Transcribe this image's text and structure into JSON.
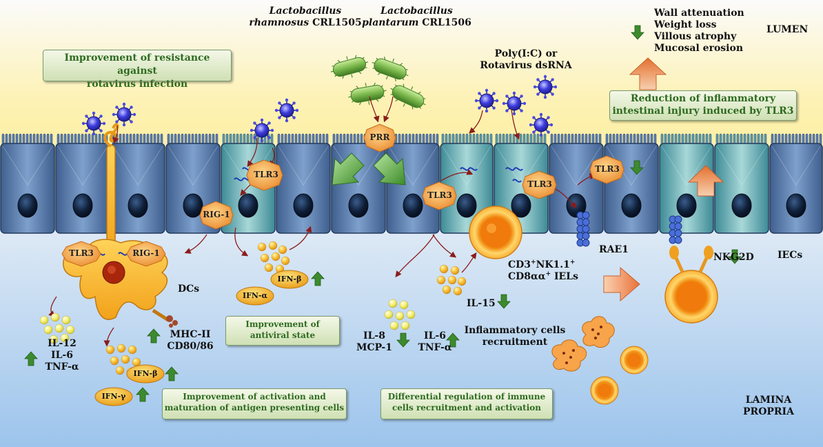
{
  "labels": {
    "lactobacillus_1": "Lactobacillus",
    "strain_1_species": "rhamnosus",
    "strain_1_code": "CRL1505",
    "lactobacillus_2": "Lactobacillus",
    "strain_2_species": "plantarum",
    "strain_2_code": "CRL1506",
    "polyic_line1": "Poly(I:C) or",
    "polyic_line2": "Rotavirus dsRNA",
    "lumen": "LUMEN",
    "lamina_line1": "LAMINA",
    "lamina_line2": "PROPRIA",
    "iecs": "IECs",
    "dcs": "DCs",
    "rae1": "RAE1",
    "nkg2d": "NKG2D",
    "iel_line1_a": "CD3",
    "iel_line1_sup_a": "+",
    "iel_line1_b": "NK1.1",
    "iel_line1_sup_b": "+",
    "iel_line2_a": "CD8αα",
    "iel_line2_sup": "+",
    "iel_line2_b": " IELs",
    "il15": "IL-15",
    "inflam_line1": "Inflammatory cells",
    "inflam_line2": "recruitment",
    "il8": "IL-8",
    "mcp1": "MCP-1",
    "il6_b": "IL-6",
    "tnfa_b": "TNF-α",
    "il12": "IL-12",
    "il6_a": "IL-6",
    "tnfa_a": "TNF-α",
    "mhc": "MHC-II",
    "cd80": "CD80/86"
  },
  "effects": [
    "Wall attenuation",
    "Weight loss",
    "Villous atrophy",
    "Mucosal erosion"
  ],
  "boxes": {
    "resistance_line1": "Improvement of resistance against",
    "resistance_line2": "rotavirus infection",
    "reduction_line1": "Reduction of inflammatory",
    "reduction_line2": "intestinal injury induced by TLR3",
    "antiviral_line1": "Improvement of",
    "antiviral_line2": "antiviral state",
    "activation_line1": "Improvement of activation and",
    "activation_line2": "maturation of antigen presenting cells",
    "differential_line1": "Differential regulation of immune",
    "differential_line2": "cells recruitment and activation"
  },
  "receptors": {
    "tlr3": "TLR3",
    "rig1": "RIG-1",
    "prr": "PRR"
  },
  "cytokines": {
    "ifn_beta": "IFN-β",
    "ifn_alpha": "IFN-α",
    "ifn_gamma": "IFN-γ"
  },
  "colors": {
    "lumen": "#fdf4b8",
    "lamina": "#b9d6f2",
    "cell": "#5a7eb0",
    "nucleus": "#0c1a2e",
    "receptor": "#f3a33a",
    "up_arrow": "#3d8a2e",
    "box_text": "#2e6b20",
    "bacteria": "#7bb84c",
    "virus": "#3636c8"
  }
}
